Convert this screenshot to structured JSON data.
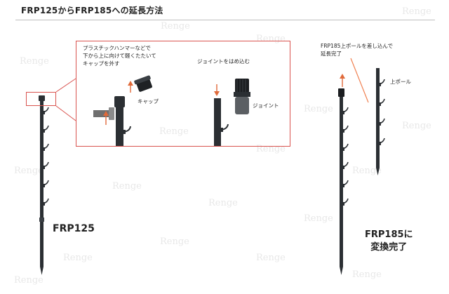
{
  "header": {
    "title": "FRP125からFRP185への延長方法"
  },
  "callout": {
    "cap_instruction": [
      "プラスチックハンマーなどで",
      "下から上に向けて軽くたたいて",
      "キャップを外す"
    ],
    "cap_label": "キャップ",
    "joint_instruction": "ジョイントをはめ込む",
    "joint_label": "ジョイント"
  },
  "right": {
    "upper_instruction": [
      "FRP185上ポールを差し込んで",
      "延長完了"
    ],
    "upper_pole_label": "上ポール",
    "result_label": [
      "FRP185に",
      "変換完了"
    ]
  },
  "left": {
    "model_label": "FRP125"
  },
  "watermark": "Renge",
  "colors": {
    "accent": "#d9534f",
    "pole": "#2b2f33",
    "arrow": "#f08050"
  }
}
